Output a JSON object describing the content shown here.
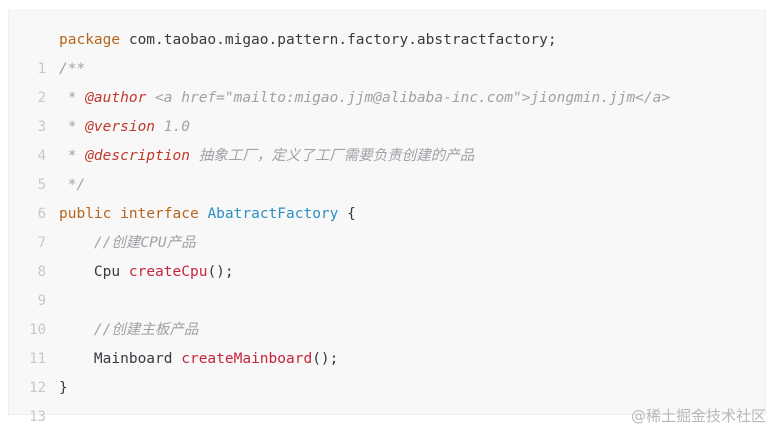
{
  "code": {
    "line_numbers": [
      "1",
      "2",
      "3",
      "4",
      "5",
      "6",
      "7",
      "8",
      "9",
      "10",
      "11",
      "12",
      "13"
    ],
    "l1": {
      "kw": "package",
      "rest": " com.taobao.migao.pattern.factory.abstractfactory;"
    },
    "l2": {
      "cm": "/**"
    },
    "l3": {
      "pre": " * ",
      "tag": "@author",
      "cm": " <a href=\"mailto:migao.jjm@alibaba-inc.com\">jiongmin.jjm</a>"
    },
    "l4": {
      "pre": " * ",
      "tag": "@version",
      "cm": " 1.0"
    },
    "l5": {
      "pre": " * ",
      "tag": "@description",
      "cm": " 抽象工厂，定义了工厂需要负责创建的产品"
    },
    "l6": {
      "cm": " */"
    },
    "l7": {
      "kw1": "public",
      "kw2": "interface",
      "cls": "AbatractFactory",
      "rest": " {"
    },
    "l8": {
      "indent": "    ",
      "cm": "//创建CPU产品"
    },
    "l9": {
      "indent": "    ",
      "type": "Cpu",
      "fn": "createCpu",
      "rest": "();"
    },
    "l10": {
      "text": ""
    },
    "l11": {
      "indent": "    ",
      "cm": "//创建主板产品"
    },
    "l12": {
      "indent": "    ",
      "type": "Mainboard",
      "fn": "createMainboard",
      "rest": "();"
    },
    "l13": {
      "text": "}"
    }
  },
  "watermark": "@稀土掘金技术社区",
  "colors": {
    "background": "#f8f8f8",
    "keyword": "#b5651d",
    "comment": "#a0a1a7",
    "doc_tag": "#c0392b",
    "class_name": "#2d8fc4",
    "function_name": "#c6243d",
    "line_number": "#c8c8c8"
  }
}
